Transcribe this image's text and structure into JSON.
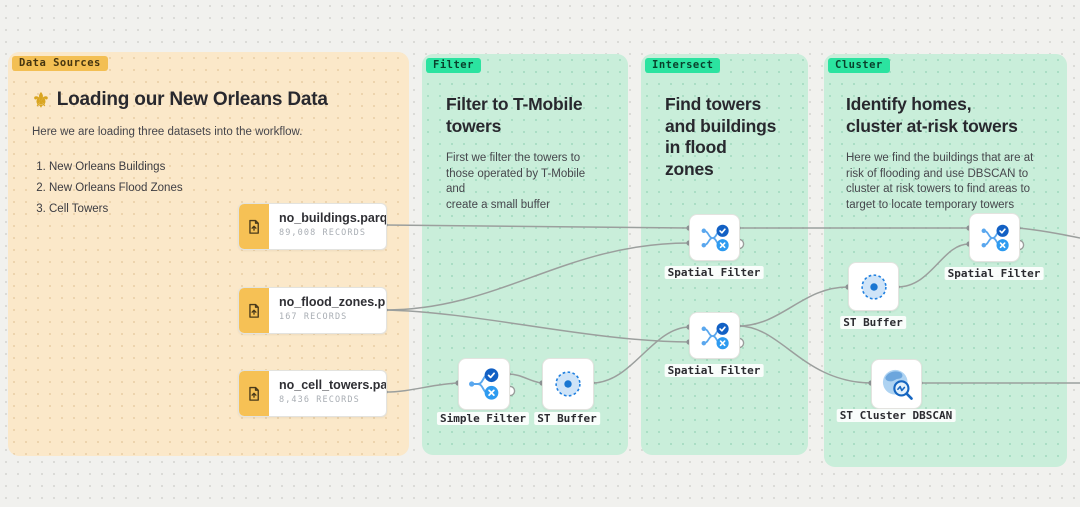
{
  "colors": {
    "canvas_bg": "#f1f1ee",
    "orange_panel": "#fbe8c9",
    "green_panel": "#c9eeda",
    "orange_badge": "#f3bf53",
    "green_badge": "#2be3a0",
    "edge": "#9b9f9d",
    "file_strip": "#f6c155",
    "check_blue": "#1260c4",
    "x_blue": "#2e9bf0",
    "buffer_blue": "#1976d2"
  },
  "panels": {
    "data_sources": {
      "badge": "Data Sources",
      "title_icon": "⚜",
      "title": "Loading our New Orleans Data",
      "description": "Here we are loading three datasets into the workflow.",
      "list": [
        "New Orleans Buildings",
        "New Orleans Flood Zones",
        "Cell Towers"
      ]
    },
    "filter": {
      "badge": "Filter",
      "title_lines": [
        "Filter to T-Mobile",
        "towers"
      ],
      "desc_lines": [
        "First we filter the towers to",
        "those operated by T-Mobile and",
        "create a small buffer"
      ]
    },
    "intersect": {
      "badge": "Intersect",
      "title_lines": [
        "Find towers",
        "and buildings",
        "in flood",
        "zones"
      ]
    },
    "cluster": {
      "badge": "Cluster",
      "title_lines": [
        "Identify homes,",
        "cluster at-risk towers"
      ],
      "desc_lines": [
        "Here we find the buildings that are at",
        "risk of flooding and use DBSCAN to",
        "cluster at risk towers to find areas to",
        "target to locate temporary towers"
      ]
    }
  },
  "data_nodes": [
    {
      "name": "no_buildings.parq...",
      "records": "89,008 RECORDS"
    },
    {
      "name": "no_flood_zones.p...",
      "records": "167 RECORDS"
    },
    {
      "name": "no_cell_towers.pa...",
      "records": "8,436 RECORDS"
    }
  ],
  "op_nodes": {
    "simple_filter": {
      "label": "Simple Filter",
      "icon": "filter-split-icon"
    },
    "st_buffer_filter": {
      "label": "ST Buffer",
      "icon": "buffer-icon"
    },
    "spatial_filter_1": {
      "label": "Spatial Filter",
      "icon": "spatial-filter-icon"
    },
    "spatial_filter_2": {
      "label": "Spatial Filter",
      "icon": "spatial-filter-icon"
    },
    "st_buffer_cluster": {
      "label": "ST Buffer",
      "icon": "buffer-icon"
    },
    "spatial_filter_3": {
      "label": "Spatial Filter",
      "icon": "spatial-filter-icon"
    },
    "st_cluster_dbscan": {
      "label": "ST Cluster DBSCAN",
      "icon": "cluster-search-icon"
    }
  }
}
